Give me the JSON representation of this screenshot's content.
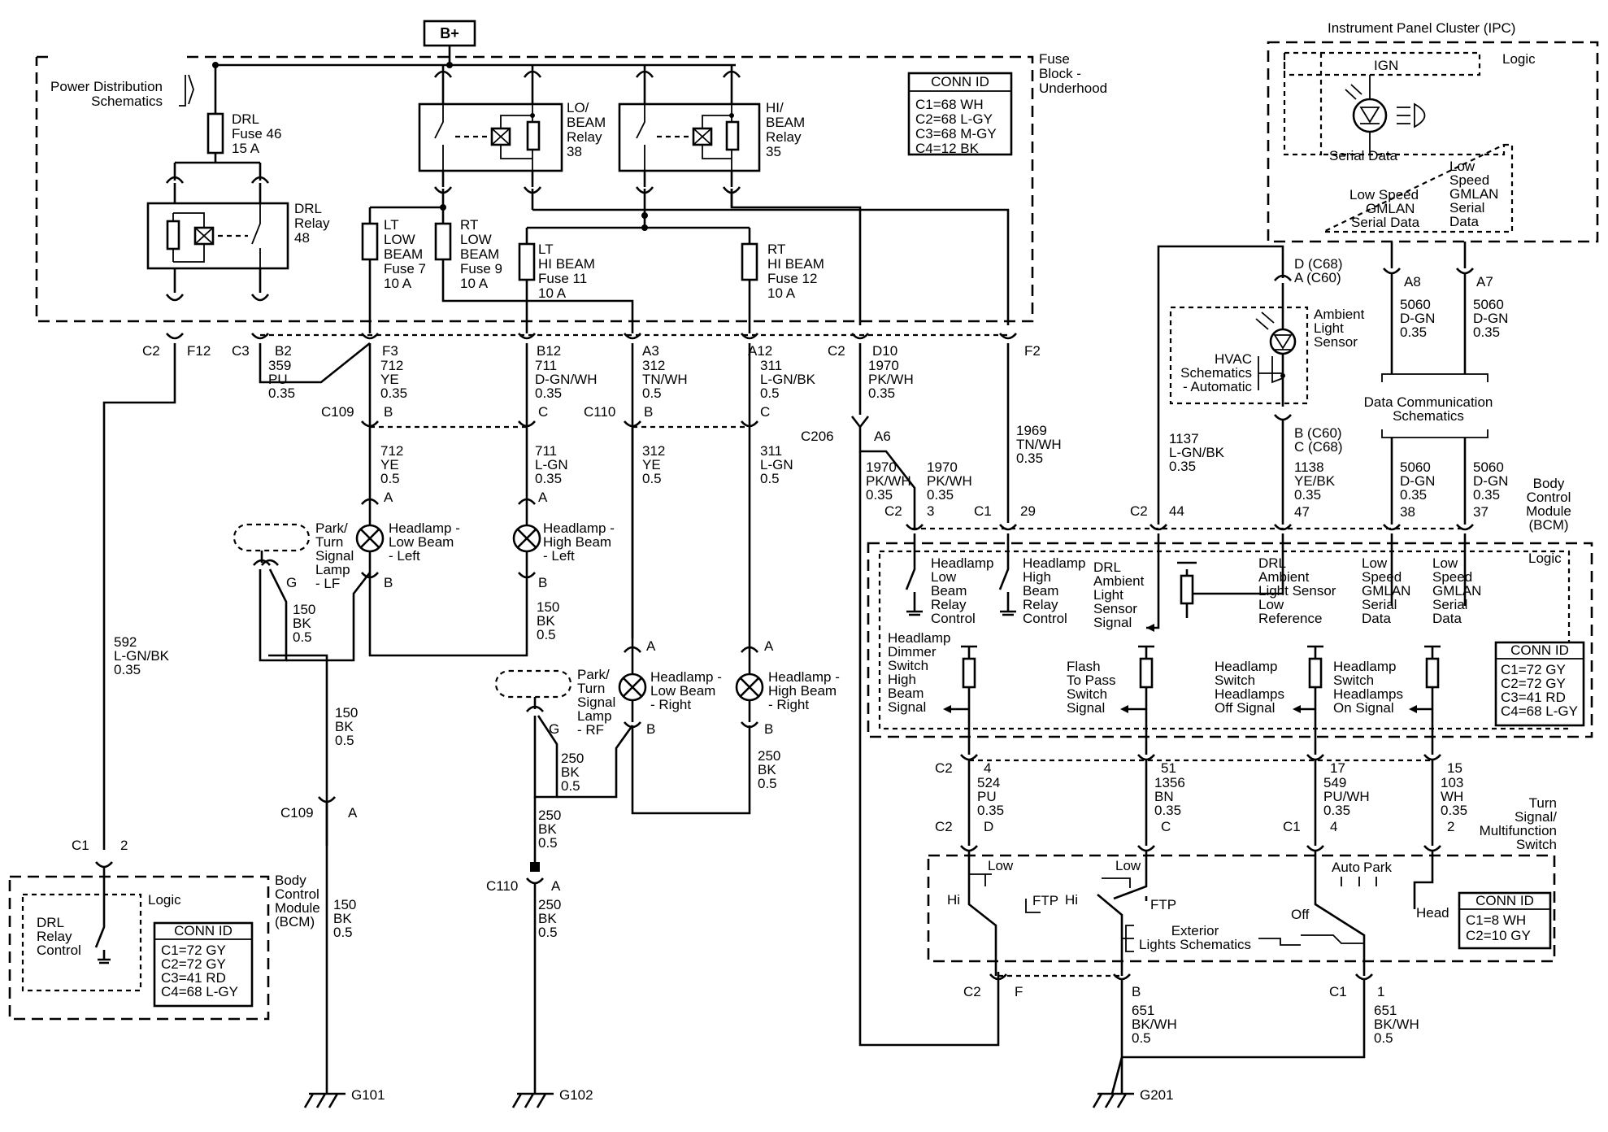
{
  "battery": "B+",
  "fuse_block": "Fuse Block - Underhood",
  "power_dist": "Power Distribution Schematics",
  "drl_fuse": "DRL Fuse 46 15 A",
  "drl_relay": "DRL Relay 48",
  "lo_relay": "LO/ BEAM Relay 38",
  "hi_relay": "HI/ BEAM Relay 35",
  "lt_low_fuse": "LT LOW BEAM Fuse 7 10 A",
  "rt_low_fuse": "RT LOW BEAM Fuse 9 10 A",
  "lt_hi_fuse": "LT HI BEAM Fuse 11 10 A",
  "rt_hi_fuse": "RT HI BEAM Fuse 12 10 A",
  "conn_fuse": {
    "title": "CONN ID",
    "lines": [
      "C1=68 WH",
      "C2=68 L-GY",
      "C3=68 M-GY",
      "C4=12 BK"
    ]
  },
  "conn_bcm_left": {
    "title": "CONN ID",
    "lines": [
      "C1=72 GY",
      "C2=72 GY",
      "C3=41 RD",
      "C4=68 L-GY"
    ]
  },
  "conn_bcm_right": {
    "title": "CONN ID",
    "lines": [
      "C1=72 GY",
      "C2=72 GY",
      "C3=41 RD",
      "C4=68 L-GY"
    ]
  },
  "conn_switch": {
    "title": "CONN ID",
    "lines": [
      "C1=8 WH",
      "C2=10 GY"
    ]
  },
  "ipc": {
    "title": "Instrument Panel Cluster (IPC)",
    "logic": "Logic",
    "ign": "IGN",
    "serial": "Serial Data",
    "lsgm1": "Low Speed GMLAN Serial Data",
    "lsgm2": "Low Speed GMLAN Serial Data"
  },
  "bcm_right": {
    "title": "Body Control Module (BCM)",
    "logic": "Logic"
  },
  "bcm_left": {
    "title": "Body Control Module (BCM)",
    "logic": "Logic",
    "drl": "DRL Relay Control"
  },
  "ambient": "Ambient Light Sensor",
  "hvac": "HVAC Schematics - Automatic",
  "data_comm": "Data Communication Schematics",
  "ext_lights": "Exterior Lights Schematics",
  "turn_switch": "Turn Signal/ Multifunction Switch",
  "lamps": {
    "lo_left": "Headlamp - Low Beam - Left",
    "hi_left": "Headlamp - High Beam - Left",
    "lo_right": "Headlamp - Low Beam - Right",
    "hi_right": "Headlamp - High Beam - Right",
    "park_lf": "Park/ Turn Signal Lamp - LF",
    "park_rf": "Park/ Turn Signal Lamp - RF"
  },
  "bcm_signals": [
    "Headlamp Low Beam Relay Control",
    "Headlamp High Beam Relay Control",
    "DRL Ambient Light Sensor Signal",
    "DRL Ambient Light Sensor Low Reference",
    "Low Speed GMLAN Serial Data",
    "Low Speed GMLAN Serial Data"
  ],
  "bcm_inputs": [
    "Headlamp Dimmer Switch High Beam Signal",
    "Flash To Pass Switch Signal",
    "Headlamp Switch Headlamps Off Signal",
    "Headlamp Switch Headlamps On Signal"
  ],
  "grounds": [
    "G101",
    "G102",
    "G201"
  ],
  "connectors": [
    "C2",
    "F12",
    "C3",
    "B2",
    "F3",
    "B12",
    "A3",
    "A12",
    "C2",
    "D10",
    "F2",
    "C109",
    "C110",
    "C206",
    "A6"
  ],
  "wires": [
    "359 PU 0.35",
    "712 YE 0.35",
    "711 D-GN/WH 0.35",
    "312 TN/WH 0.5",
    "311 L-GN/BK 0.5",
    "1970 PK/WH 0.35",
    "712 YE 0.5",
    "711 L-GN 0.35",
    "312 YE 0.5",
    "311 L-GN 0.5",
    "1969 TN/WH 0.35",
    "1137 L-GN/BK 0.35",
    "1138 YE/BK 0.35",
    "5060 D-GN 0.35",
    "150 BK 0.5",
    "250 BK 0.5",
    "592 L-GN/BK 0.35",
    "524 PU 0.35",
    "1356 BN 0.35",
    "549 PU/WH 0.35",
    "103 WH 0.35",
    "651 BK/WH 0.5"
  ],
  "switch_labels": [
    "Low",
    "Low",
    "Hi",
    "FTP",
    "Hi",
    "FTP",
    "Off",
    "Auto",
    "Park",
    "Head"
  ]
}
